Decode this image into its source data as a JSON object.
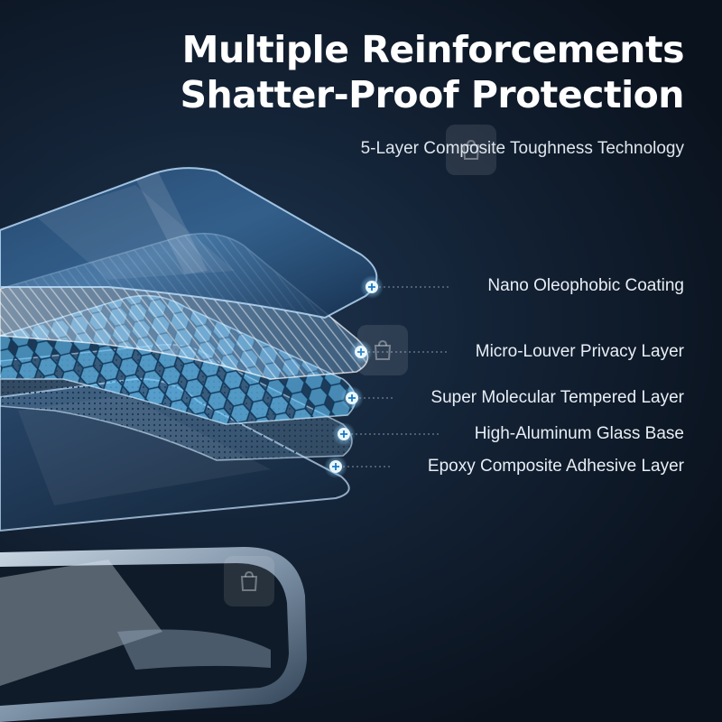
{
  "headline": {
    "line1": "Multiple Reinforcements",
    "line2": "Shatter-Proof Protection"
  },
  "subtitle": "5-Layer Composite Toughness Technology",
  "layers": [
    {
      "label": "Nano Oleophobic Coating"
    },
    {
      "label": "Micro-Louver Privacy Layer"
    },
    {
      "label": "Super Molecular Tempered Layer"
    },
    {
      "label": "High-Aluminum Glass Base"
    },
    {
      "label": "Epoxy Composite Adhesive Layer"
    }
  ],
  "colors": {
    "accent": "#4fb3ff",
    "glass": "#9fd8ff",
    "hex": "#5cc4f5",
    "text": "#ffffff"
  },
  "icons": {
    "marker": "plus-circle-icon",
    "watermark": "shopping-bag-icon"
  }
}
